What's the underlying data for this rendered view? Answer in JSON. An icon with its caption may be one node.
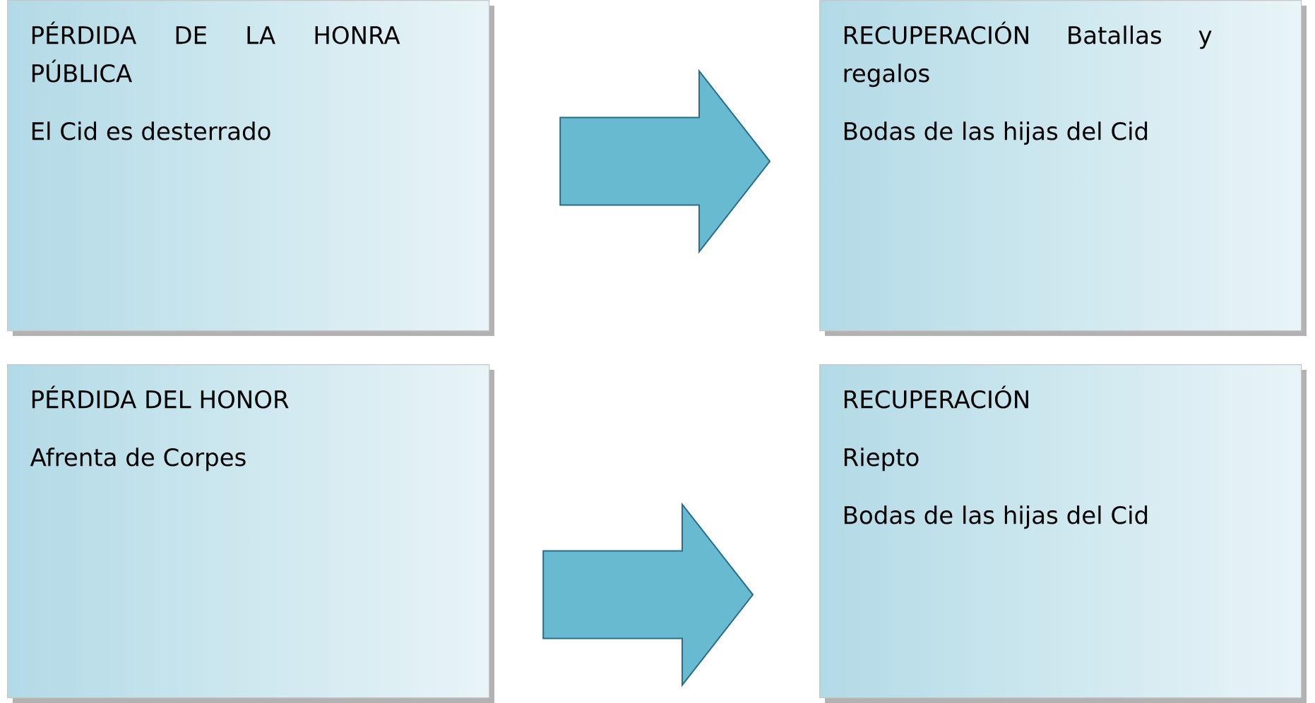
{
  "diagram": {
    "nodes": [
      {
        "text": [
          "PÉRDIDA DE LA HONRA PÚBLICA",
          "El Cid es desterrado"
        ]
      },
      {
        "text": [
          "RECUPERACIÓN Batallas y regalos",
          "Bodas de las hijas del Cid"
        ]
      },
      {
        "text": [
          "PÉRDIDA DEL HONOR",
          "Afrenta de Corpes"
        ]
      },
      {
        "text": [
          "RECUPERACIÓN",
          "Riepto",
          "Bodas de las hijas del Cid"
        ]
      }
    ],
    "edges": [
      {
        "from": 0,
        "to": 1,
        "arrow": "to"
      },
      {
        "from": 2,
        "to": 3,
        "arrow": "to"
      }
    ]
  }
}
